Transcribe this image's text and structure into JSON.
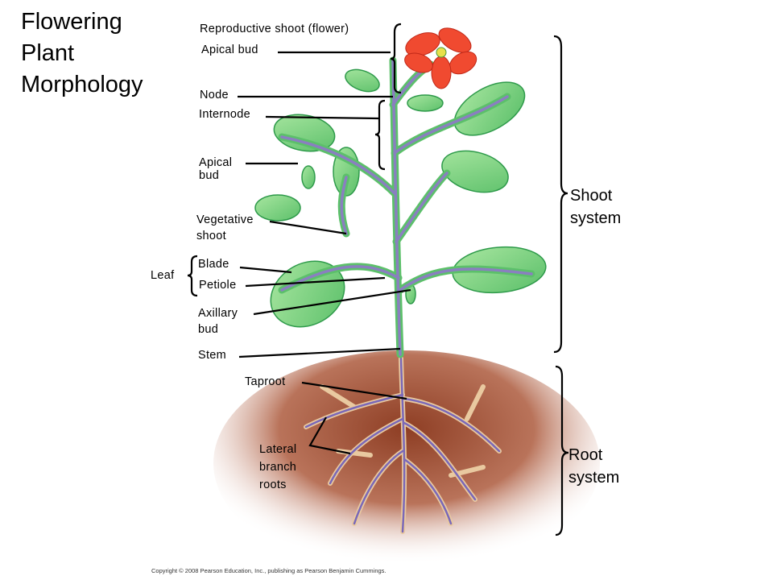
{
  "title": [
    "Flowering",
    "Plant",
    "Morphology"
  ],
  "labels": {
    "reproductive_shoot": "Reproductive shoot (flower)",
    "apical_bud_top": "Apical bud",
    "node": "Node",
    "internode": "Internode",
    "apical_bud": [
      "Apical",
      "bud"
    ],
    "vegetative_shoot": [
      "Vegetative",
      "shoot"
    ],
    "leaf": "Leaf",
    "blade": "Blade",
    "petiole": "Petiole",
    "axillary_bud": [
      "Axillary",
      "bud"
    ],
    "stem": "Stem",
    "taproot": "Taproot",
    "lateral_roots": [
      "Lateral",
      "branch",
      "roots"
    ]
  },
  "systems": {
    "shoot": [
      "Shoot",
      "system"
    ],
    "root": [
      "Root",
      "system"
    ]
  },
  "copyright": "Copyright © 2008 Pearson Education, Inc., publishing as Pearson Benjamin Cummings.",
  "colors": {
    "leaf": "#7fd07a",
    "leaf_edge": "#2e9a4a",
    "stem": "#8a7fc0",
    "soil": "#a0553a",
    "flower": "#f04a30"
  }
}
